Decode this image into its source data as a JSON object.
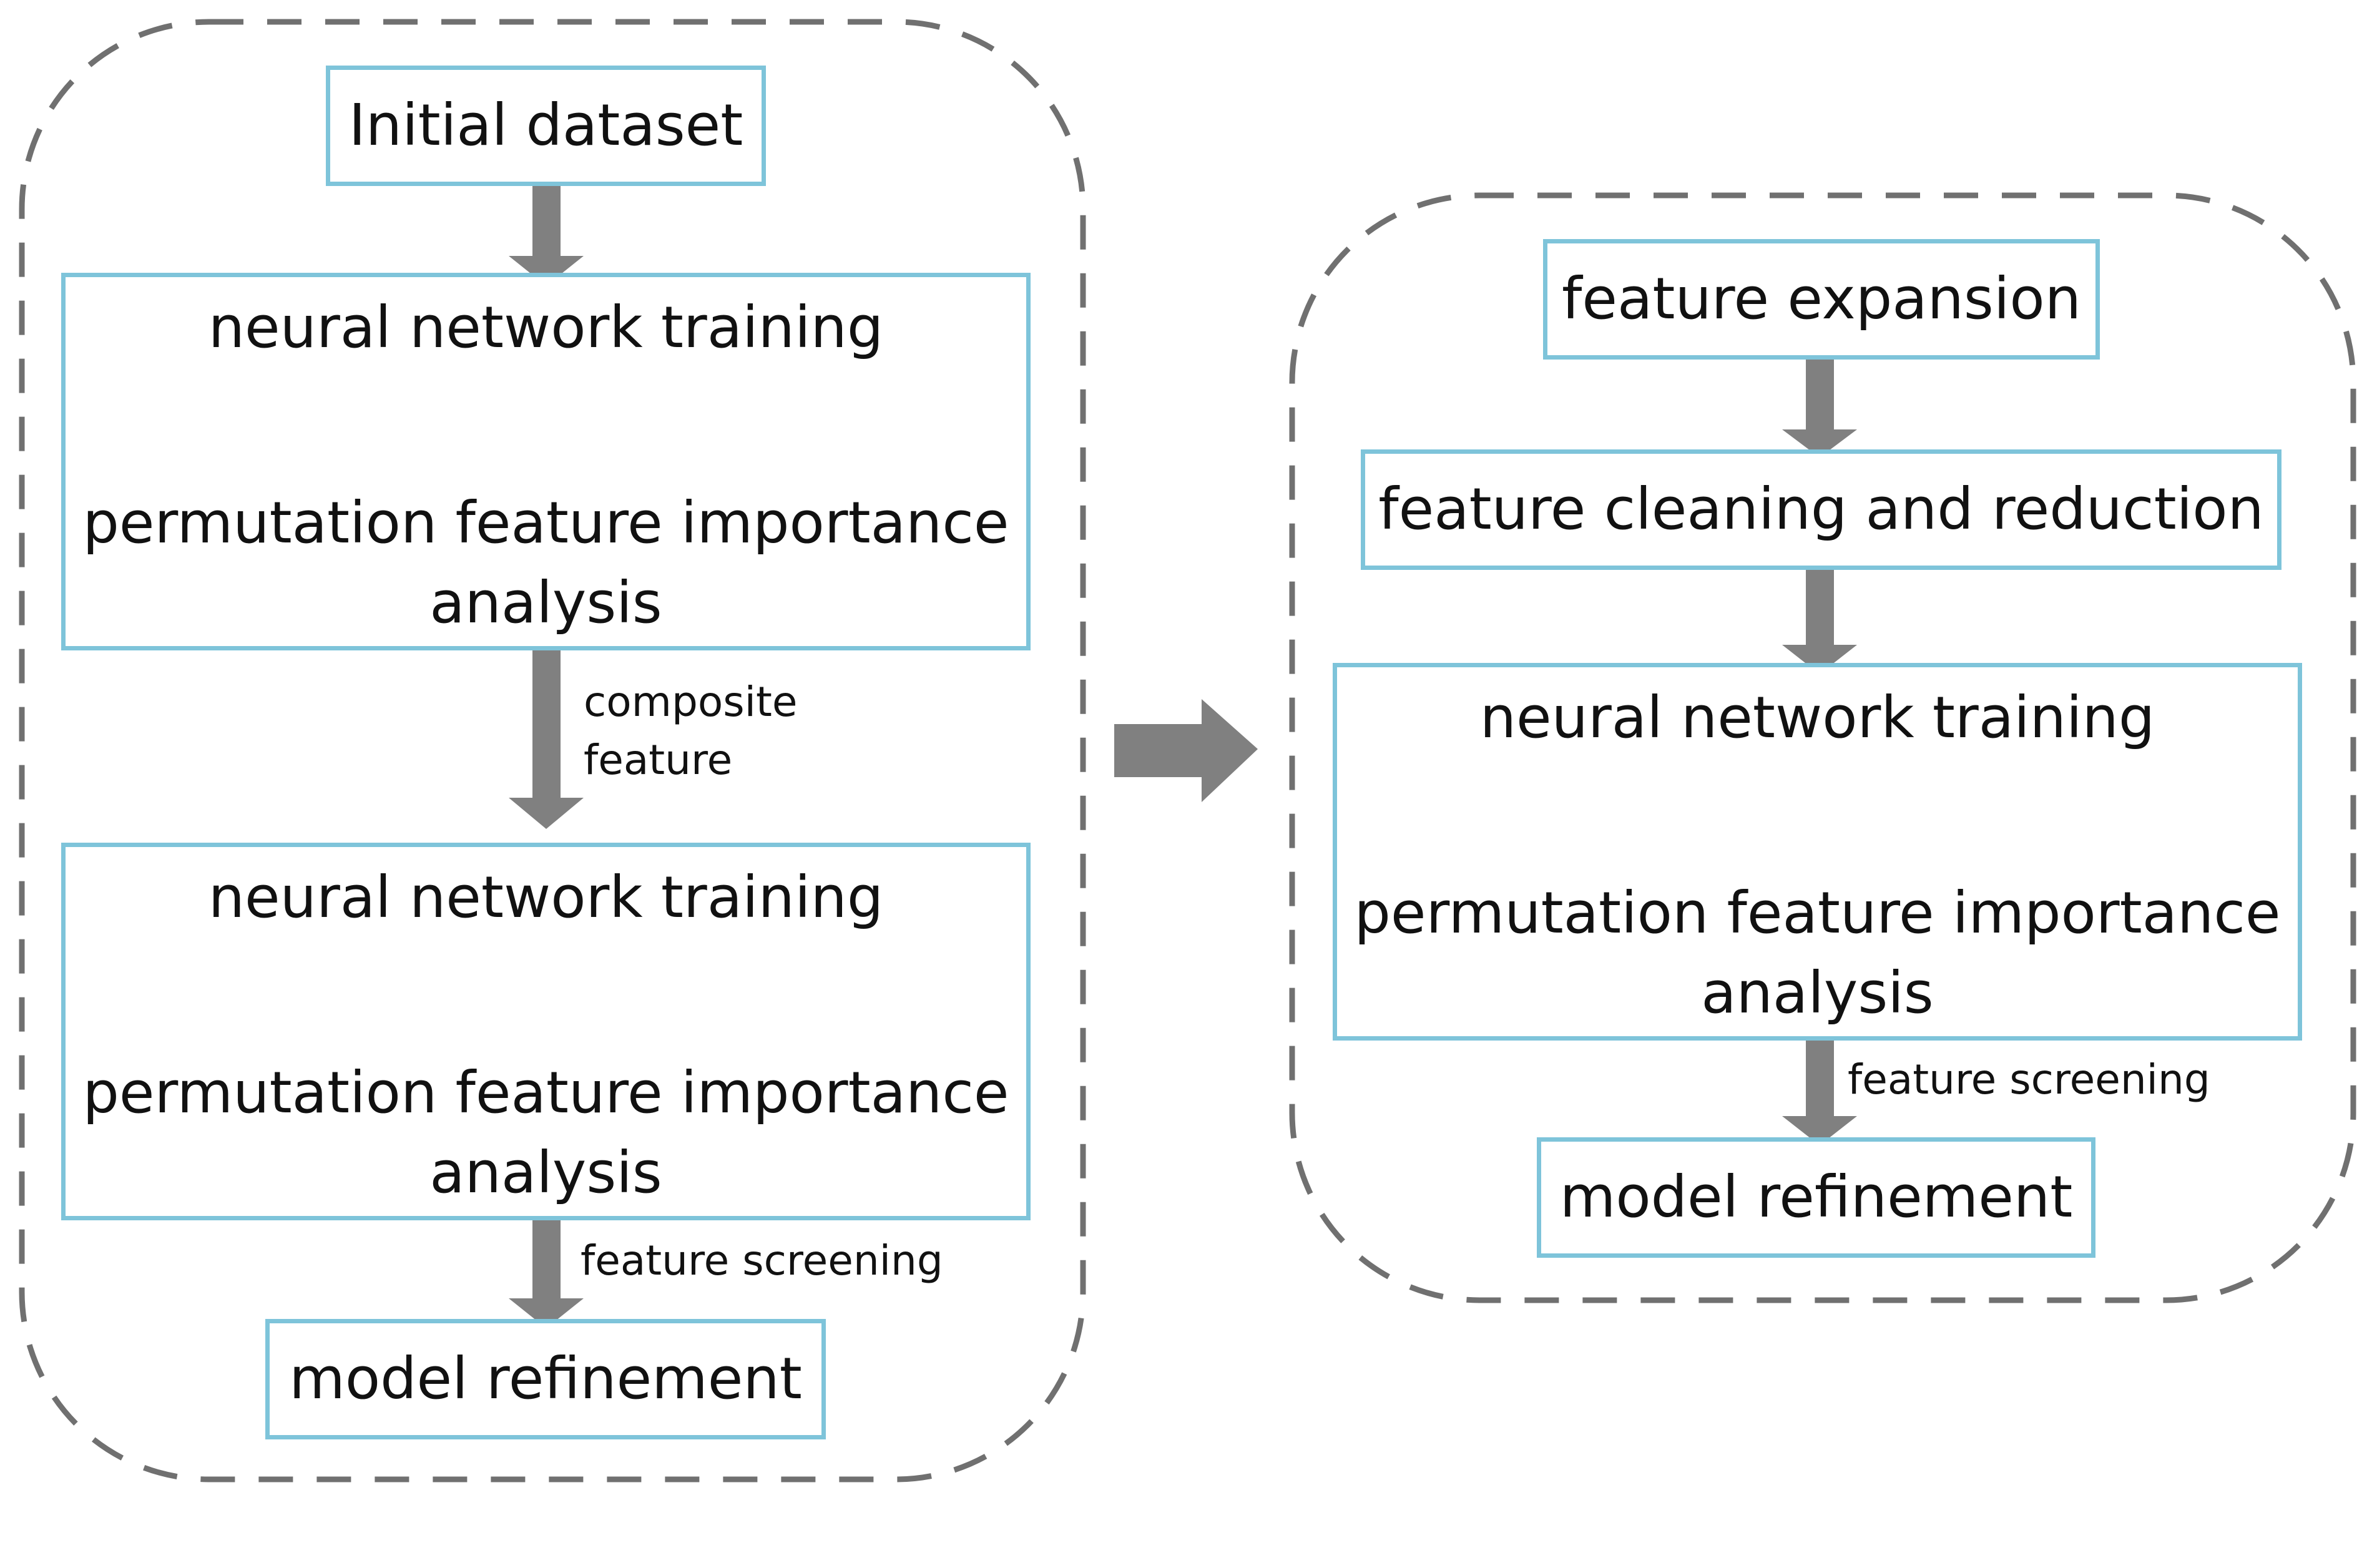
{
  "left_panel": {
    "initial_dataset": "Initial dataset",
    "stage1": {
      "training": "neural network training",
      "pfi": "permutation feature importance analysis"
    },
    "composite_note_line1": "composite",
    "composite_note_line2": "feature",
    "stage2": {
      "training": "neural network training",
      "pfi": "permutation feature importance analysis"
    },
    "screening_note": "feature screening",
    "refinement": "model refinement"
  },
  "right_panel": {
    "expansion": "feature expansion",
    "cleaning": "feature cleaning and reduction",
    "stage": {
      "training": "neural network training",
      "pfi": "permutation feature importance analysis"
    },
    "screening_note": "feature screening",
    "refinement": "model refinement"
  },
  "colors": {
    "box_border": "#7ec4da",
    "arrow": "#808080",
    "dashed_border": "#707070"
  }
}
